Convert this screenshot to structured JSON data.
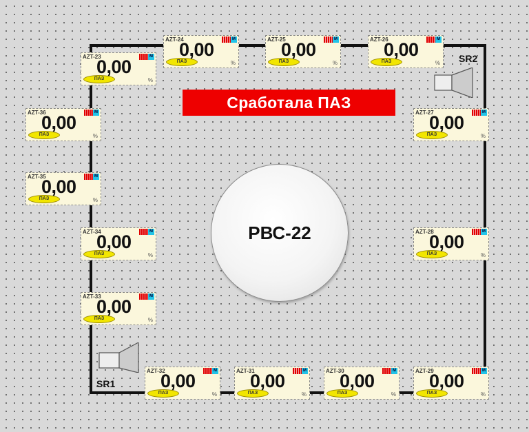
{
  "tank": {
    "label": "РВС-22"
  },
  "alarm": {
    "text": "Сработала ПАЗ"
  },
  "sirens": [
    {
      "label": "SR2"
    },
    {
      "label": "SR1"
    }
  ],
  "colors": {
    "alarm_bg": "#ee0000",
    "sensor_bg": "#fbf7dc",
    "paz_badge": "#f2e600",
    "mode_badge": "#22c4e8",
    "frame": "#111111"
  },
  "sensors": [
    {
      "tag": "AZT-23",
      "value": "0,00",
      "unit": "%",
      "paz": "ПАЗ",
      "mode": "М"
    },
    {
      "tag": "AZT-24",
      "value": "0,00",
      "unit": "%",
      "paz": "ПАЗ",
      "mode": "М"
    },
    {
      "tag": "AZT-25",
      "value": "0,00",
      "unit": "%",
      "paz": "ПАЗ",
      "mode": "М"
    },
    {
      "tag": "AZT-26",
      "value": "0,00",
      "unit": "%",
      "paz": "ПАЗ",
      "mode": "М"
    },
    {
      "tag": "AZT-36",
      "value": "0,00",
      "unit": "%",
      "paz": "ПАЗ",
      "mode": "М"
    },
    {
      "tag": "AZT-27",
      "value": "0,00",
      "unit": "%",
      "paz": "ПАЗ",
      "mode": "М"
    },
    {
      "tag": "AZT-35",
      "value": "0,00",
      "unit": "%",
      "paz": "ПАЗ",
      "mode": "М"
    },
    {
      "tag": "AZT-34",
      "value": "0,00",
      "unit": "%",
      "paz": "ПАЗ",
      "mode": "М"
    },
    {
      "tag": "AZT-28",
      "value": "0,00",
      "unit": "%",
      "paz": "ПАЗ",
      "mode": "М"
    },
    {
      "tag": "AZT-33",
      "value": "0,00",
      "unit": "%",
      "paz": "ПАЗ",
      "mode": "М"
    },
    {
      "tag": "AZT-32",
      "value": "0,00",
      "unit": "%",
      "paz": "ПАЗ",
      "mode": "М"
    },
    {
      "tag": "AZT-31",
      "value": "0,00",
      "unit": "%",
      "paz": "ПАЗ",
      "mode": "М"
    },
    {
      "tag": "AZT-30",
      "value": "0,00",
      "unit": "%",
      "paz": "ПАЗ",
      "mode": "М"
    },
    {
      "tag": "AZT-29",
      "value": "0,00",
      "unit": "%",
      "paz": "ПАЗ",
      "mode": "М"
    }
  ]
}
